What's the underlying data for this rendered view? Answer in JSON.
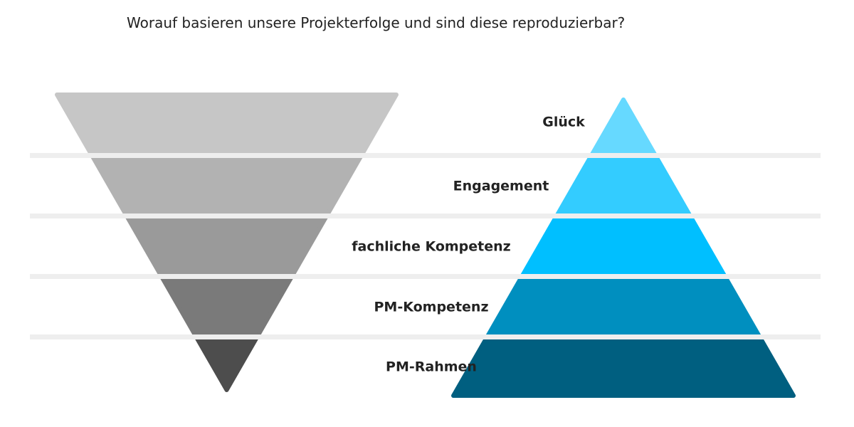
{
  "title": "Worauf basieren unsere Projekterfolge und sind diese reproduzierbar?",
  "levels": [
    {
      "label": "Glück",
      "funnel_color": "#c6c6c6",
      "pyramid_color": "#66d9ff"
    },
    {
      "label": "Engagement",
      "funnel_color": "#b2b2b2",
      "pyramid_color": "#33ccff"
    },
    {
      "label": "fachliche Kompetenz",
      "funnel_color": "#9a9a9a",
      "pyramid_color": "#00bfff"
    },
    {
      "label": "PM-Kompetenz",
      "funnel_color": "#7a7a7a",
      "pyramid_color": "#008fbf"
    },
    {
      "label": "PM-Rahmen",
      "funnel_color": "#4d4d4d",
      "pyramid_color": "#005f80"
    }
  ],
  "divider_color": "#eeeeee"
}
